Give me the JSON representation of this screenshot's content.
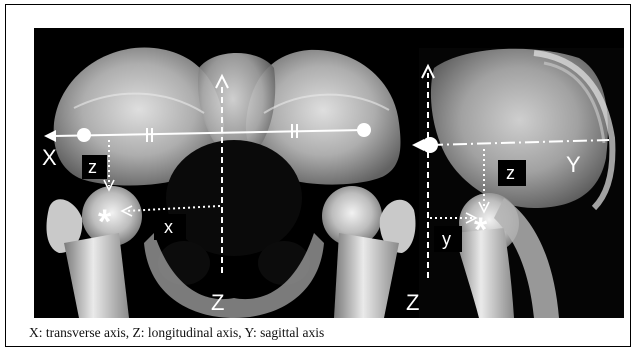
{
  "figure": {
    "left_panel": {
      "axis_x_label": "X",
      "axis_z_label": "Z",
      "box_z_label": "z",
      "box_x_label": "x",
      "center_marker": "*"
    },
    "right_panel": {
      "axis_y_label": "Y",
      "axis_z_label": "Z",
      "box_z_label": "z",
      "box_y_label": "y",
      "center_marker": "*"
    },
    "caption": "X: transverse axis, Z: longitudinal axis, Y: sagittal axis"
  },
  "colors": {
    "background": "#000000",
    "bone": "#d9d9d9",
    "overlay": "#ffffff",
    "label_box": "#000000"
  }
}
